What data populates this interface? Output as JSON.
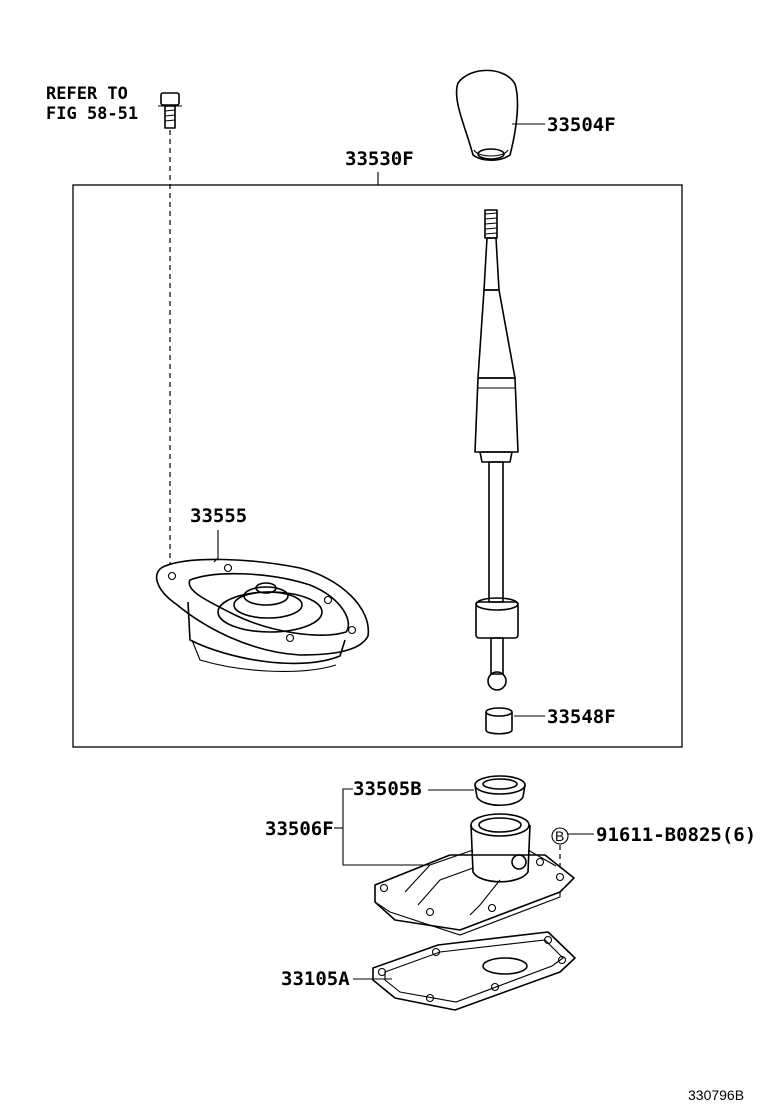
{
  "reference_note": {
    "line1": "REFER TO",
    "line2": "FIG 58-51"
  },
  "parts": {
    "knob": "33504F",
    "lever_assembly": "33530F",
    "retainer": "33555",
    "bushing": "33548F",
    "seat": "33505B",
    "housing": "33506F",
    "bolt": "91611-B0825(6)",
    "bolt_marker": "B",
    "gasket": "33105A"
  },
  "illustration_id": "330796B"
}
